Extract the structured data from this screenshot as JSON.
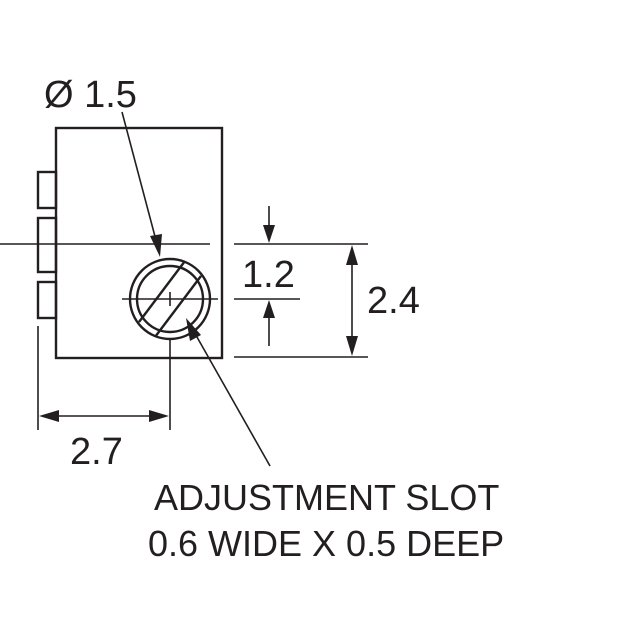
{
  "dimensions": {
    "diameter": "Ø 1.5",
    "offset_vertical": "1.2",
    "height": "2.4",
    "offset_horizontal": "2.7"
  },
  "note": {
    "line1": "ADJUSTMENT SLOT",
    "line2": "0.6 WIDE X 0.5 DEEP"
  },
  "colors": {
    "ink": "#231f20",
    "background": "#ffffff"
  }
}
